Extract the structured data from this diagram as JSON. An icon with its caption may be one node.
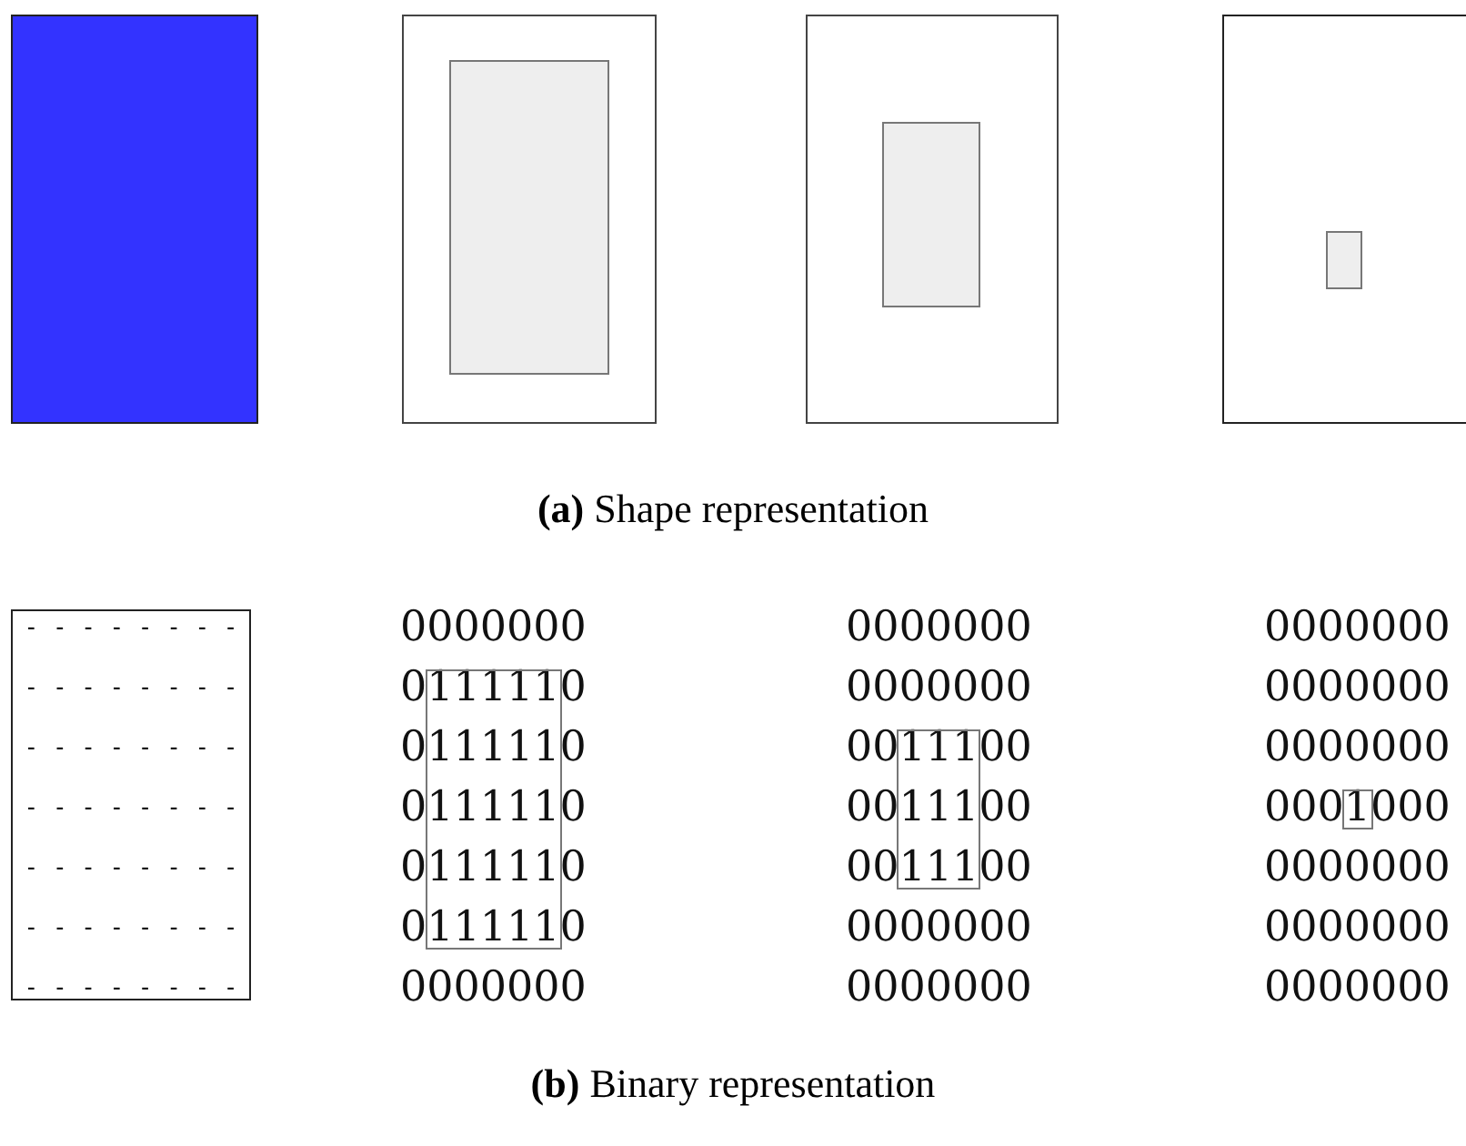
{
  "diagram": {
    "nodes": [
      {
        "text": [],
        "shape": "box"
      },
      {
        "text": [],
        "shape": "box"
      },
      {
        "text": [],
        "shape": "box",
        "in": 1
      },
      {
        "text": [],
        "shape": "box"
      },
      {
        "text": [],
        "shape": "box",
        "in": 3
      },
      {
        "text": [],
        "shape": "box"
      },
      {
        "text": [],
        "shape": "box",
        "in": 5
      },
      {
        "text": [
          "- - - - - - - -",
          "- - - - - - - -",
          "- - - - - - - -",
          "- - - - - - - -",
          "- - - - - - - -",
          "- - - - - - - -",
          "- - - - - - - -"
        ]
      }
    ],
    "edges": [],
    "labels": [
      "**(a)** Shape representation",
      "0000000",
      "0000000",
      "0000000",
      "0111110",
      "0000000",
      "0000000",
      "0111110",
      "0011100",
      "0000000",
      "0111110",
      "0011100",
      "0001000",
      "0111110",
      "0011100",
      "0000000",
      "0111110",
      "0000000",
      "0000000",
      "0000000",
      "0000000",
      "0000000",
      "**(b)** Binary representation"
    ]
  }
}
